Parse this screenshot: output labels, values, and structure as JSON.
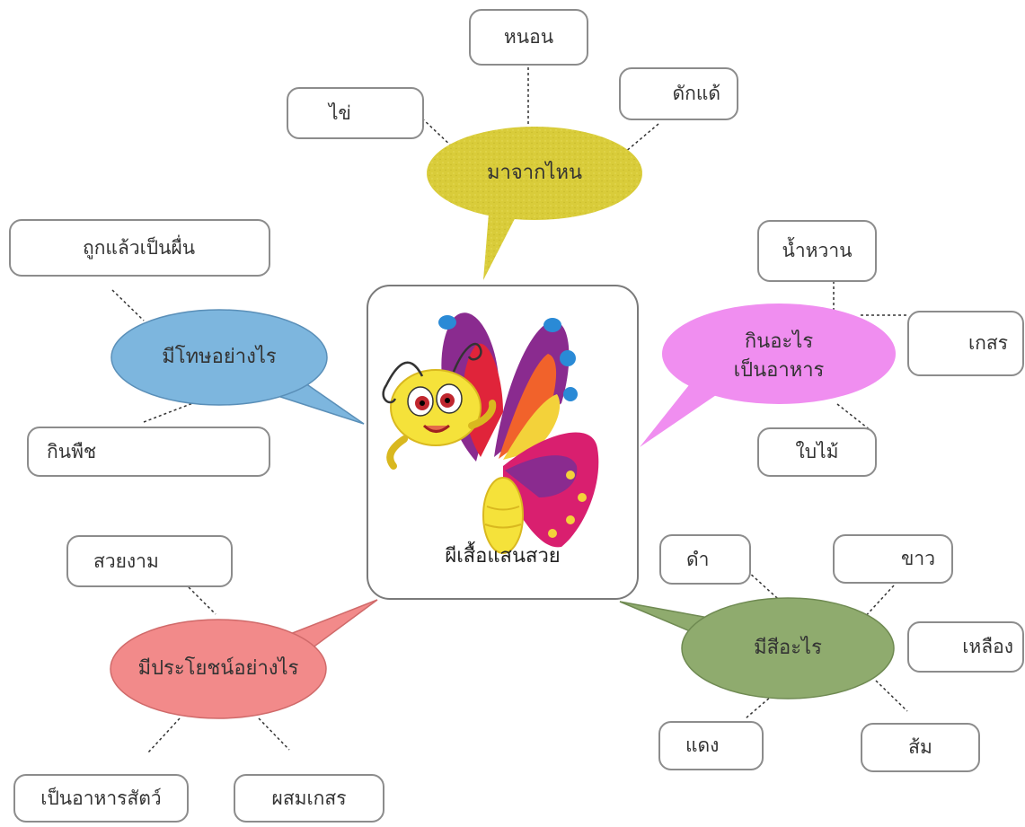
{
  "center": {
    "label": "ผีเสื้อแสนสวย"
  },
  "bubbles": {
    "origin": {
      "label": "มาจากไหน",
      "color": "#d9cc3a"
    },
    "food": {
      "line1": "กินอะไร",
      "line2": "เป็นอาหาร",
      "color": "#f08ef0"
    },
    "harm": {
      "label": "มีโทษอย่างไร",
      "color": "#7db6de"
    },
    "benefit": {
      "label": "มีประโยชน์อย่างไร",
      "color": "#f28a8a"
    },
    "color_q": {
      "label": "มีสีอะไร",
      "color": "#8fab6e"
    }
  },
  "origin_items": [
    "ไข่",
    "หนอน",
    "ดักแด้"
  ],
  "food_items": [
    "น้ำหวาน",
    "เกสร",
    "ใบไม้"
  ],
  "harm_items": [
    "ถูกแล้วเป็นผื่น",
    "กินพืช"
  ],
  "benefit_items": [
    "สวยงาม",
    "เป็นอาหารสัตว์",
    "ผสมเกสร"
  ],
  "color_items": [
    "ดำ",
    "ขาว",
    "เหลือง",
    "แดง",
    "ส้ม"
  ]
}
